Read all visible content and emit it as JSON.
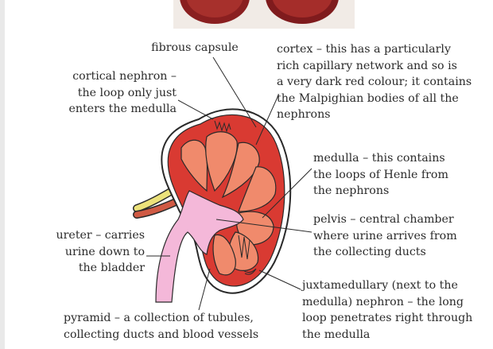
{
  "labels": {
    "fibrous_capsule": "fibrous capsule",
    "cortex": "cortex – this has a particularly\nrich capillary network and so is\na very dark red colour; it contains\nthe Malpighian bodies of all the\nnephrons",
    "cortical_nephron": "cortical nephron –\nthe loop only just\nenters the medulla",
    "medulla": "medulla – this contains\nthe loops of Henle from\nthe nephrons",
    "pelvis": "pelvis – central chamber\nwhere urine arrives from\nthe collecting ducts",
    "ureter": "ureter – carries\nurine down to\nthe bladder",
    "juxtamedullary": "juxtamedullary (next to the\nmedulla) nephron – the long\nloop penetrates right through\nthe medulla",
    "pyramid": "pyramid – a collection of tubules,\ncollecting ducts and blood vessels"
  },
  "colors": {
    "cortex": "#d93a32",
    "medulla_pyramid": "#f08a6c",
    "pelvis": "#f4b8d9",
    "capsule": "#ffffff",
    "outline": "#2a2a2a",
    "vessel_yellow": "#ece27a",
    "vessel_red": "#d05a44"
  }
}
